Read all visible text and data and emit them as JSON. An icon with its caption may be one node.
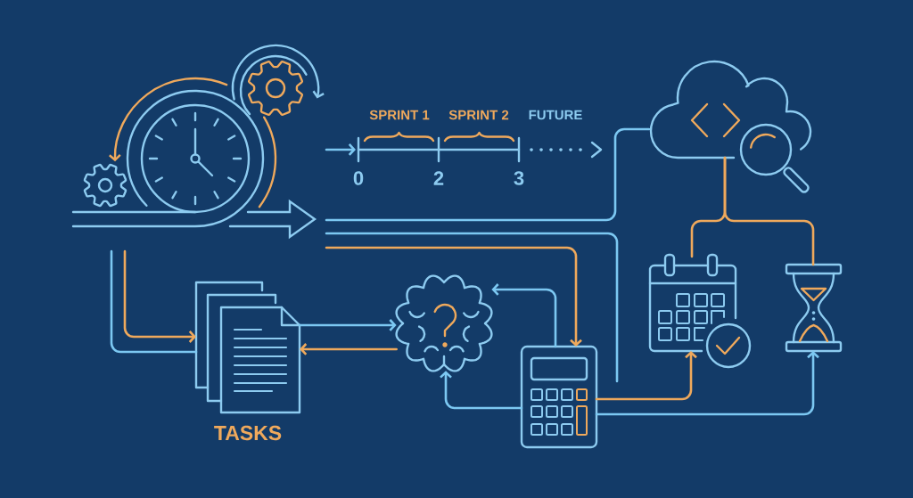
{
  "diagram": {
    "nodes": [
      {
        "text": [],
        "shape": "picture"
      },
      {
        "text": [],
        "shape": "picture",
        "beside": [
          "SPRINT 1",
          "SPRINT 2",
          "FUTURE",
          "0",
          "2",
          "3"
        ]
      },
      {
        "text": [],
        "shape": "picture"
      },
      {
        "text": [
          "TASKS"
        ]
      },
      {
        "text": [],
        "shape": "picture"
      },
      {
        "text": [],
        "shape": "picture"
      },
      {
        "text": [],
        "shape": "picture"
      },
      {
        "text": [],
        "shape": "picture"
      }
    ],
    "edges": [
      {
        "from": 0,
        "to": 1,
        "arrow": "to"
      },
      {
        "from": 0,
        "to": 2,
        "arrow": "none"
      },
      {
        "from": 0,
        "to": null,
        "arrow": "none"
      },
      {
        "from": 0,
        "to": 5,
        "arrow": "to",
        "color": "#efa95c"
      },
      {
        "from": 0,
        "to": 3,
        "arrow": "none"
      },
      {
        "from": 0,
        "to": 3,
        "arrow": "to",
        "color": "#efa95c"
      },
      {
        "from": 3,
        "to": 4,
        "arrow": "to"
      },
      {
        "from": 4,
        "to": 3,
        "arrow": "to",
        "color": "#efa95c"
      },
      {
        "from": 5,
        "to": 4,
        "arrow": "to"
      },
      {
        "from": 5,
        "to": 4,
        "arrow": "to"
      },
      {
        "from": 5,
        "to": 6,
        "arrow": "to",
        "color": "#efa95c"
      },
      {
        "from": 5,
        "to": 7,
        "arrow": "to"
      },
      {
        "from": 2,
        "to": 6,
        "arrow": "none",
        "color": "#efa95c"
      },
      {
        "from": 2,
        "to": 7,
        "arrow": "none",
        "color": "#efa95c"
      }
    ]
  }
}
